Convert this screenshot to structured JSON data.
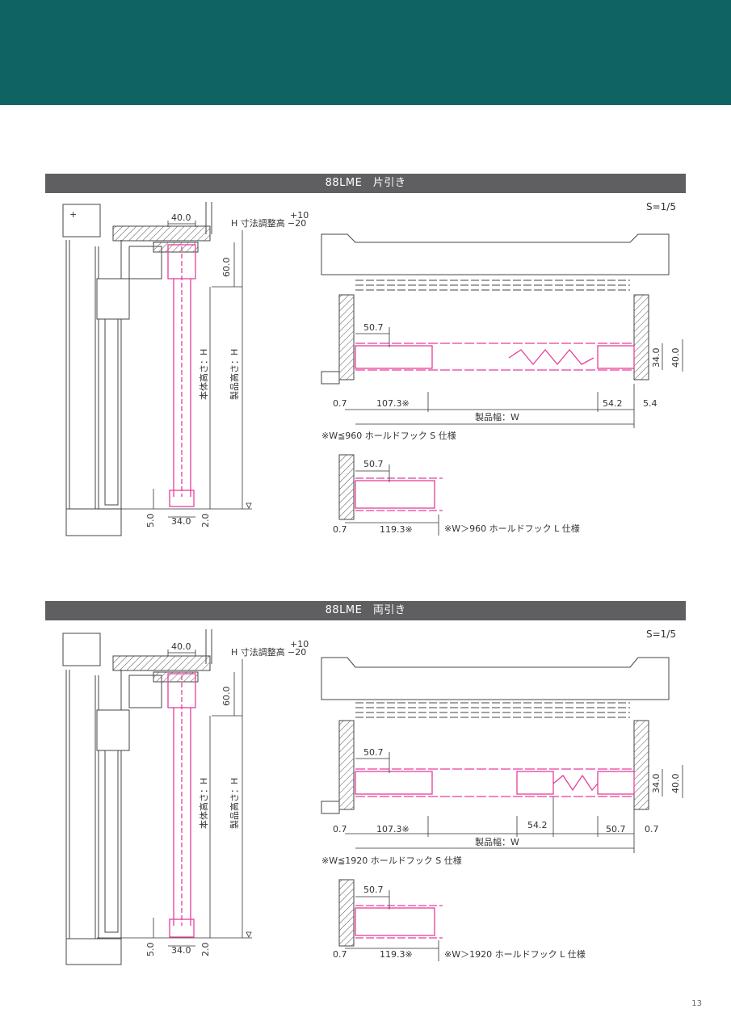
{
  "header_band_color": "#0f6463",
  "accent_color": "#e83e9a",
  "page_number": "13",
  "sections": [
    {
      "title": "88LME　片引き",
      "scale": "S=1/5",
      "side": {
        "top_width": "40.0",
        "h_adjust_label": "H 寸法調整高",
        "h_adjust_plus": "+10",
        "h_adjust_minus": "−20",
        "top_height": "60.0",
        "body_height_label": "本体高さ：H",
        "product_height_label": "製品高さ：H",
        "bottom_left": "5.0",
        "bottom_width": "34.0",
        "bottom_right": "2.0"
      },
      "plan": {
        "top_offset": "50.7",
        "left_gap": "0.7",
        "left_dim": "107.3※",
        "right_dim": "54.2",
        "right_gap": "5.4",
        "width_label": "製品幅：W",
        "depth_inner": "34.0",
        "depth_outer": "40.0",
        "note_s": "※W≦960 ホールドフック S 仕様"
      },
      "detail": {
        "top_offset": "50.7",
        "left_gap": "0.7",
        "left_dim": "119.3※",
        "note_l": "※W＞960 ホールドフック L 仕様"
      }
    },
    {
      "title": "88LME　両引き",
      "scale": "S=1/5",
      "side": {
        "top_width": "40.0",
        "h_adjust_label": "H 寸法調整高",
        "h_adjust_plus": "+10",
        "h_adjust_minus": "−20",
        "top_height": "60.0",
        "body_height_label": "本体高さ：H",
        "product_height_label": "製品高さ：H",
        "bottom_left": "5.0",
        "bottom_width": "34.0",
        "bottom_right": "2.0"
      },
      "plan": {
        "top_offset": "50.7",
        "left_gap": "0.7",
        "left_dim": "107.3※",
        "center_dim": "54.2",
        "right_dim": "50.7",
        "right_gap": "0.7",
        "width_label": "製品幅：W",
        "depth_inner": "34.0",
        "depth_outer": "40.0",
        "note_s": "※W≦1920 ホールドフック S 仕様"
      },
      "detail": {
        "top_offset": "50.7",
        "left_gap": "0.7",
        "left_dim": "119.3※",
        "note_l": "※W＞1920 ホールドフック L 仕様"
      }
    }
  ]
}
